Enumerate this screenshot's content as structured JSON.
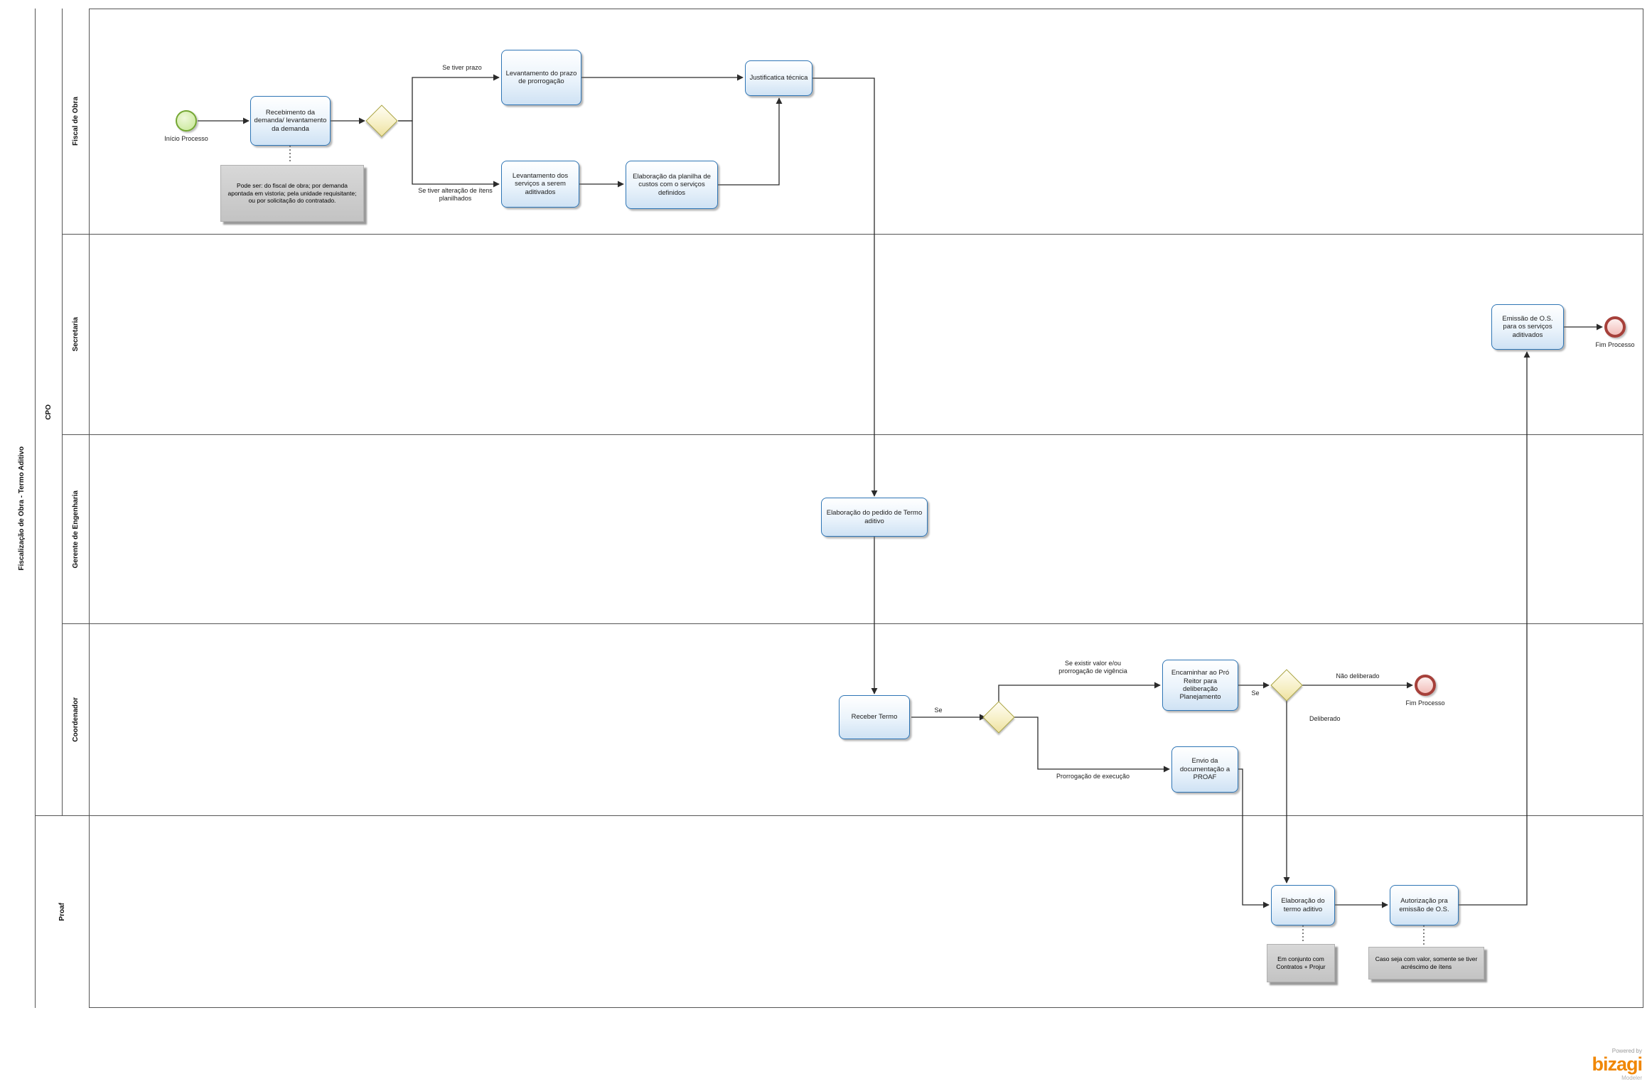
{
  "diagram": {
    "process_title": "Fiscalização de Obra - Termo Aditivo",
    "pool_cpo": "CPO",
    "pool_proaf": "Proaf",
    "lane_fiscal": "Fiscal de Obra",
    "lane_secretaria": "Secretaria",
    "lane_gerente": "Gerente de Engenharia",
    "lane_coordenador": "Coordenador"
  },
  "events": {
    "start": {
      "label": "Início Processo"
    },
    "end_secretaria": {
      "label": "Fim Processo"
    },
    "end_coordenador": {
      "label": "Fim Processo"
    }
  },
  "tasks": {
    "recebimento": {
      "label": "Recebimento da demanda/ levantamento da demanda"
    },
    "levantamento_prazo": {
      "label": "Levantamento do prazo de prorrogação"
    },
    "justificativa": {
      "label": "Justificatica técnica"
    },
    "levantamento_servicos": {
      "label": "Levantamento dos serviços a serem aditivados"
    },
    "planilha_custos": {
      "label": "Elaboração da planilha de custos com o serviços definidos"
    },
    "emissao_os": {
      "label": "Emissão de O.S. para os serviços aditivados"
    },
    "pedido_termo": {
      "label": "Elaboração do pedido de Termo aditivo"
    },
    "receber_termo": {
      "label": "Receber Termo"
    },
    "encaminhar_pro_reitor": {
      "label": "Encaminhar ao Pró Reitor para deliberação Planejamento"
    },
    "envio_documentacao": {
      "label": "Envio da documentação a PROAF"
    },
    "elaboracao_termo": {
      "label": "Elaboração do termo aditivo"
    },
    "autorizacao_os": {
      "label": "Autorização pra emissão de O.S."
    }
  },
  "edge_labels": {
    "se_tiver_prazo": "Se tiver prazo",
    "se_tiver_alteracao": "Se tiver alteração de ítens planilhados",
    "se_receber": "Se",
    "se_existir_valor": "Se existir valor e/ou prorrogação de vigência",
    "se_encaminhar": "Se",
    "nao_deliberado": "Não deliberado",
    "deliberado": "Deliberado",
    "prorrogacao_execucao": "Prorrogação de execução"
  },
  "annotations": {
    "pode_ser": "Pode ser: do fiscal de obra; por demanda apontada em vistoria;  pela unidade requisitante; ou por solicitação do contratado.",
    "em_conjunto": "Em conjunto com Contratos + Projur",
    "caso_seja": "Caso seja com valor, somente se tiver acréscimo de ítens"
  },
  "footer": {
    "powered_by": "Powered by",
    "brand": "bizagi",
    "product": "Modeler"
  },
  "colors": {
    "task_border": "#2e75b5",
    "start_green": "#74a733",
    "end_red": "#a6403a",
    "gateway_yellow": "#a8a23d",
    "annotation_gray": "#c9c9c9",
    "bizagi_orange": "#f08705"
  }
}
